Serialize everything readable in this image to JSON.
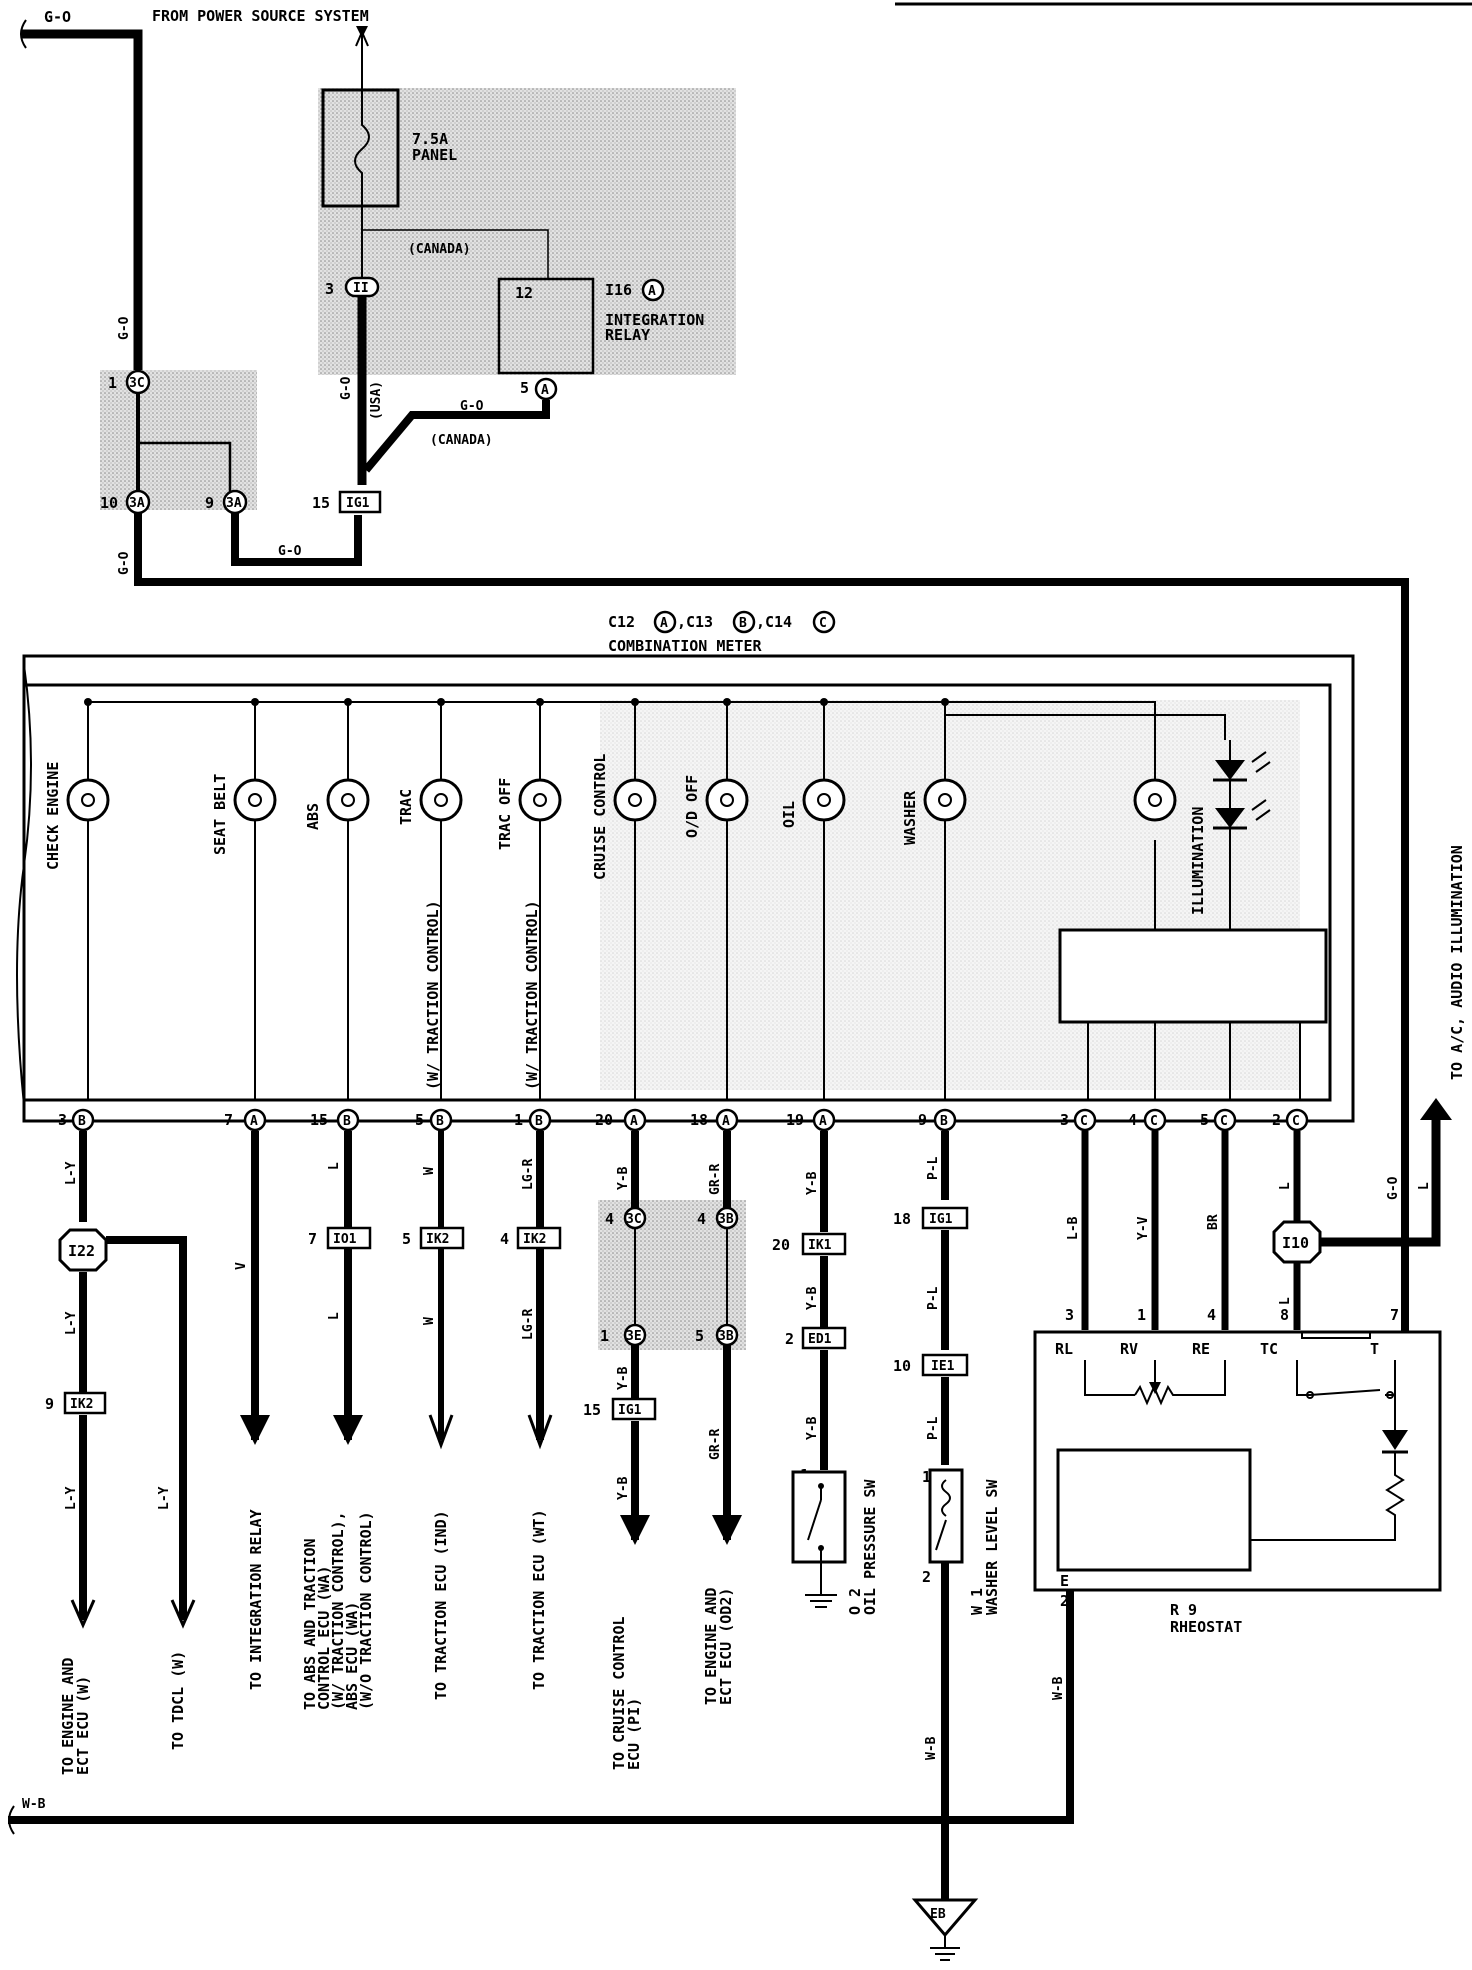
{
  "header": {
    "source_wire": "G-O",
    "source_title": "FROM POWER SOURCE SYSTEM"
  },
  "fuse": {
    "rating": "7.5A",
    "name": "PANEL"
  },
  "relay": {
    "pin_top": "12",
    "pin_bottom": "5",
    "connector_id": "I16",
    "connector_letter": "A",
    "name_line1": "INTEGRATION",
    "name_line2": "RELAY"
  },
  "labels": {
    "canada": "(CANADA)",
    "usa": "(USA)",
    "wire_go": "G-O"
  },
  "connectors": {
    "jc_3c": {
      "pin": "1",
      "id": "3C"
    },
    "jc_3a_left": {
      "pin": "10",
      "id": "3A"
    },
    "jc_3a_right": {
      "pin": "9",
      "id": "3A"
    },
    "ii_top": {
      "pin": "3",
      "id": "II"
    },
    "ig1_top": {
      "pin": "15",
      "id": "IG1"
    }
  },
  "meter": {
    "title": "COMBINATION METER",
    "connectors": [
      {
        "id": "C12",
        "letter": "A"
      },
      {
        "id": "C13",
        "letter": "B"
      },
      {
        "id": "C14",
        "letter": "C"
      }
    ],
    "lamps": [
      {
        "label": "CHECK ENGINE"
      },
      {
        "label": "SEAT BELT"
      },
      {
        "label": "ABS"
      },
      {
        "label": "TRAC",
        "note": "(W/ TRACTION CONTROL)"
      },
      {
        "label": "TRAC OFF",
        "note": "(W/ TRACTION CONTROL)"
      },
      {
        "label": "CRUISE CONTROL"
      },
      {
        "label": "O/D OFF"
      },
      {
        "label": "OIL"
      },
      {
        "label": "WASHER"
      },
      {
        "label": "ILLUMINATION"
      }
    ],
    "pins": [
      {
        "pin": "3",
        "letter": "B"
      },
      {
        "pin": "7",
        "letter": "A"
      },
      {
        "pin": "15",
        "letter": "B"
      },
      {
        "pin": "5",
        "letter": "B"
      },
      {
        "pin": "1",
        "letter": "B"
      },
      {
        "pin": "20",
        "letter": "A"
      },
      {
        "pin": "18",
        "letter": "A"
      },
      {
        "pin": "19",
        "letter": "A"
      },
      {
        "pin": "9",
        "letter": "B"
      },
      {
        "pin": "3",
        "letter": "C"
      },
      {
        "pin": "4",
        "letter": "C"
      },
      {
        "pin": "5",
        "letter": "C"
      },
      {
        "pin": "2",
        "letter": "C"
      }
    ]
  },
  "wires": {
    "ly": "L-Y",
    "l": "L",
    "w": "W",
    "lgr": "LG-R",
    "yb": "Y-B",
    "grr": "GR-R",
    "pl": "P-L",
    "lb": "L-B",
    "yv": "Y-V",
    "br": "BR",
    "go": "G-O",
    "wb": "W-B"
  },
  "mid_connectors": {
    "i22": "I22",
    "i10": "I10",
    "ik2_a": {
      "pin": "9",
      "id": "IK2"
    },
    "io1": {
      "pin": "7",
      "id": "IO1"
    },
    "ik2_b": {
      "pin": "5",
      "id": "IK2"
    },
    "ik2_c": {
      "pin": "4",
      "id": "IK2"
    },
    "j3c_2": {
      "pin": "4",
      "id": "3C"
    },
    "j3b_1": {
      "pin": "4",
      "id": "3B"
    },
    "j3e": {
      "pin": "1",
      "id": "3E"
    },
    "j3b_2": {
      "pin": "5",
      "id": "3B"
    },
    "ig1_low": {
      "pin": "15",
      "id": "IG1"
    },
    "ik1": {
      "pin": "20",
      "id": "IK1"
    },
    "ed1": {
      "pin": "2",
      "id": "ED1"
    },
    "ig1_w": {
      "pin": "18",
      "id": "IG1"
    },
    "ie1": {
      "pin": "10",
      "id": "IE1"
    }
  },
  "destinations": {
    "engine_ecu": [
      "TO ENGINE AND",
      "ECT ECU (W)"
    ],
    "tdcl": [
      "TO TDCL (W)"
    ],
    "integ": [
      "TO INTEGRATION RELAY"
    ],
    "abs": [
      "TO ABS AND TRACTION",
      "CONTROL ECU (WA)",
      "(W/ TRACTION CONTROL),",
      "ABS ECU (WA)",
      "(W/O TRACTION CONTROL)"
    ],
    "trac_ind": [
      "TO TRACTION ECU (IND)"
    ],
    "trac_wt": [
      "TO TRACTION ECU (WT)"
    ],
    "cruise": [
      "TO CRUISE CONTROL",
      "ECU (PI)"
    ],
    "od2": [
      "TO ENGINE AND",
      "ECT ECU (OD2)"
    ],
    "oil_sw": [
      "O 2",
      "OIL PRESSURE SW"
    ],
    "washer_sw": [
      "W 1",
      "WASHER LEVEL SW"
    ],
    "audio": [
      "TO A/C, AUDIO ILLUMINATION"
    ]
  },
  "rheostat": {
    "id": "R 9",
    "name": "RHEOSTAT",
    "terminals": [
      "RL",
      "RV",
      "RE",
      "TC",
      "T"
    ],
    "pins": [
      "3",
      "1",
      "4",
      "8",
      "7"
    ],
    "ground_term": "E",
    "ground_pin": "2"
  },
  "switch_pins": {
    "oil": "1",
    "washer_top": "1",
    "washer_bottom": "2"
  },
  "ground": {
    "id": "EB",
    "wire": "W-B"
  }
}
